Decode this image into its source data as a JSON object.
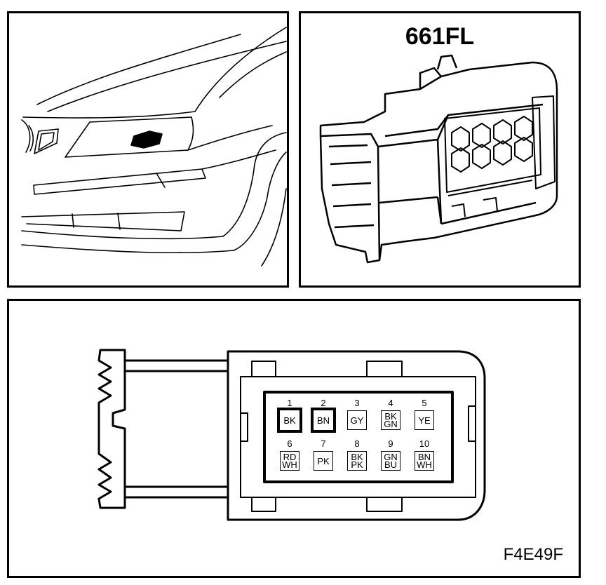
{
  "connector": {
    "title": "661FL",
    "figure_code": "F4E49F"
  },
  "pins": [
    {
      "number": "1",
      "lines": [
        "BK"
      ],
      "bold": true
    },
    {
      "number": "2",
      "lines": [
        "BN"
      ],
      "bold": true
    },
    {
      "number": "3",
      "lines": [
        "GY"
      ],
      "bold": false
    },
    {
      "number": "4",
      "lines": [
        "BK",
        "GN"
      ],
      "bold": false
    },
    {
      "number": "5",
      "lines": [
        "YE"
      ],
      "bold": false
    },
    {
      "number": "6",
      "lines": [
        "RD",
        "WH"
      ],
      "bold": false
    },
    {
      "number": "7",
      "lines": [
        "PK"
      ],
      "bold": false
    },
    {
      "number": "8",
      "lines": [
        "BK",
        "PK"
      ],
      "bold": false
    },
    {
      "number": "9",
      "lines": [
        "GN",
        "BU"
      ],
      "bold": false
    },
    {
      "number": "10",
      "lines": [
        "BN",
        "WH"
      ],
      "bold": false
    }
  ]
}
